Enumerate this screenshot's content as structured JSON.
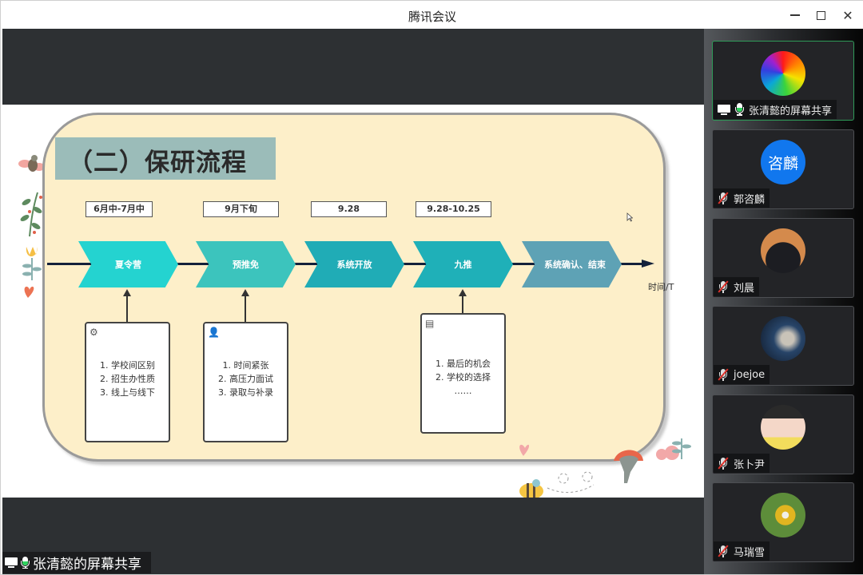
{
  "window": {
    "title": "腾讯会议",
    "controls": {
      "minimize": "minimize",
      "maximize": "maximize",
      "close": "close"
    }
  },
  "slide": {
    "title": "（二）保研流程",
    "time_axis_label": "时间/T",
    "stages": [
      {
        "date": "6月中-7月中",
        "label": "夏令营",
        "color": "#24d3d0"
      },
      {
        "date": "9月下旬",
        "label": "预推免",
        "color": "#3cc4bd"
      },
      {
        "date": "9.28",
        "label": "系统开放",
        "color": "#20acb6"
      },
      {
        "date": "9.28-10.25",
        "label": "九推",
        "color": "#1fb0b8"
      },
      {
        "date": "",
        "label": "系统确认、结束",
        "color": "#5ea2b5"
      }
    ],
    "notes": [
      {
        "icon": "gears-icon",
        "items": [
          "1.  学校间区别",
          "2.  招生办性质",
          "3.  线上与线下"
        ]
      },
      {
        "icon": "user-icon",
        "items": [
          "1. 时间紧张",
          "2. 高压力面试",
          "3. 录取与补录"
        ]
      },
      {
        "icon": "list-icon",
        "items": [
          "1.  最后的机会",
          "2.  学校的选择",
          "……"
        ]
      }
    ]
  },
  "share_label": {
    "text": "张清懿的屏幕共享",
    "mic_level": 0.45
  },
  "participants": [
    {
      "name": "张清懿的屏幕共享",
      "avatar": "rainbow",
      "sharing": true,
      "muted": false,
      "mic_level": 0.45,
      "active": true
    },
    {
      "name": "郭咨麟",
      "avatar": "text",
      "avatar_text": "咨麟",
      "avatar_color": "#1177ee",
      "sharing": false,
      "muted": true
    },
    {
      "name": "刘晨",
      "avatar": "photo",
      "sharing": false,
      "muted": true
    },
    {
      "name": "joejoe",
      "avatar": "photo",
      "sharing": false,
      "muted": true
    },
    {
      "name": "张卜尹",
      "avatar": "cartoon",
      "sharing": false,
      "muted": true
    },
    {
      "name": "马瑞雪",
      "avatar": "photo",
      "sharing": false,
      "muted": true
    }
  ]
}
